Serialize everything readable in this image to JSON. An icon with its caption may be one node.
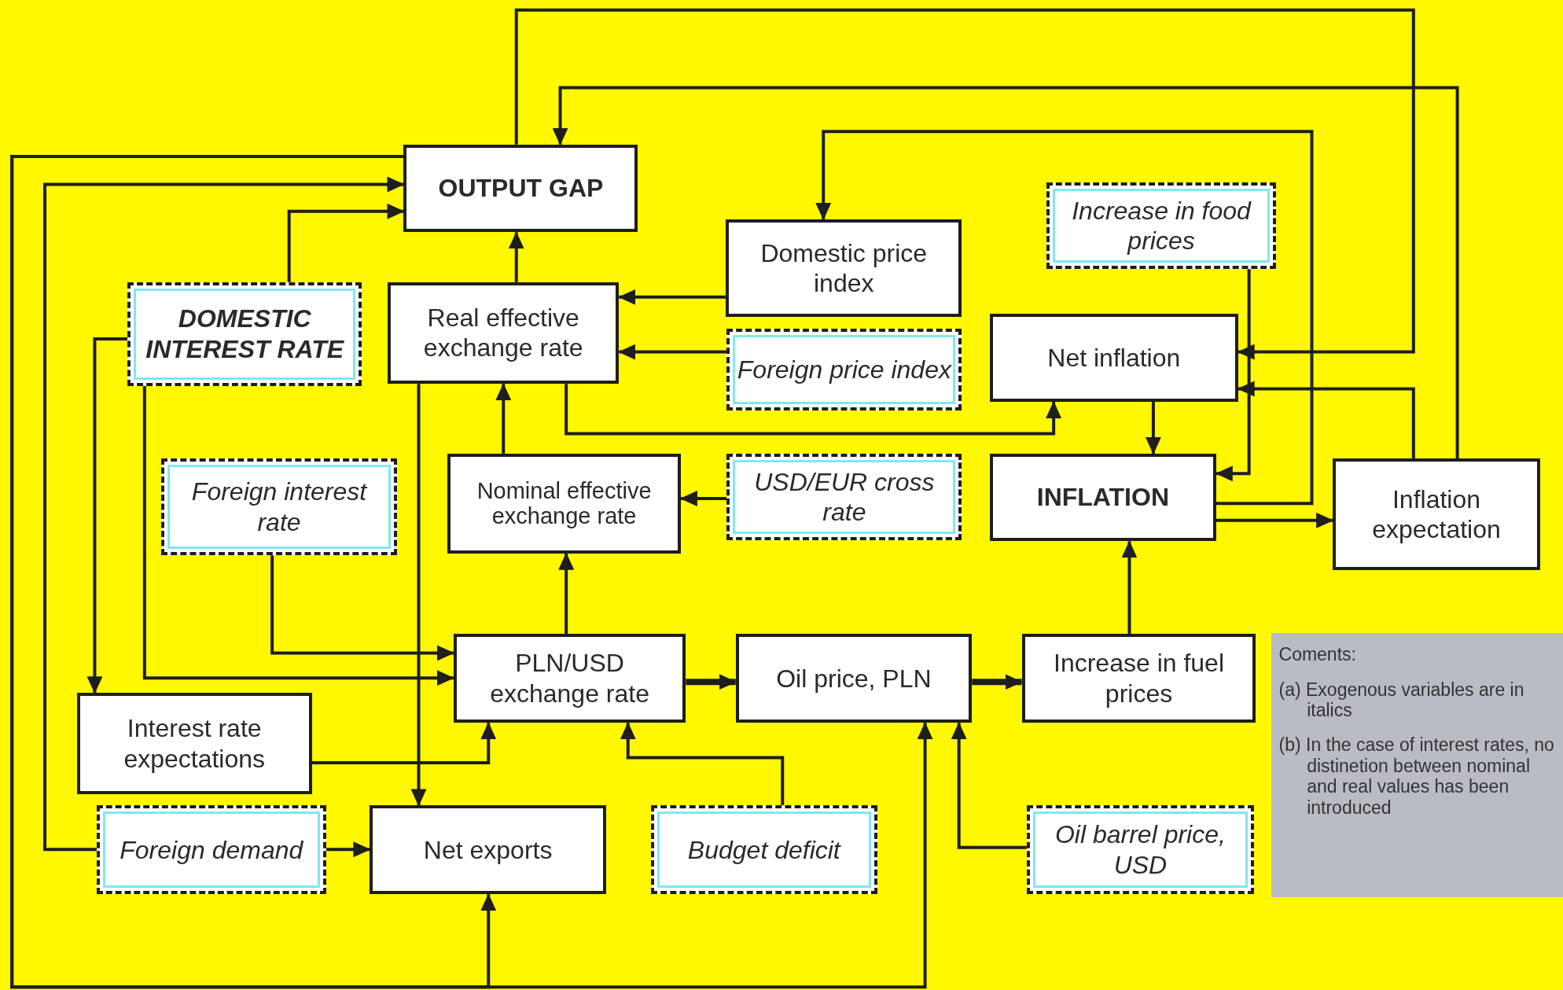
{
  "diagram": {
    "nodes": [
      {
        "text": [
          "OUTPUT GAP"
        ]
      },
      {
        "text": [
          "Domestic price index"
        ]
      },
      {
        "text": [
          "Increase in food prices"
        ]
      },
      {
        "text": [
          "DOMESTIC INTEREST RATE"
        ]
      },
      {
        "text": [
          "Real effective exchange rate"
        ]
      },
      {
        "text": [
          "Foreign price index"
        ]
      },
      {
        "text": [
          "Net inflation"
        ]
      },
      {
        "text": [
          "Foreign interest rate"
        ]
      },
      {
        "text": [
          "Nominal effective exchange rate"
        ]
      },
      {
        "text": [
          "USD/EUR cross rate"
        ]
      },
      {
        "text": [
          "INFLATION"
        ]
      },
      {
        "text": [
          "Inflation expectation"
        ]
      },
      {
        "text": [
          "PLN/USD exchange rate"
        ]
      },
      {
        "text": [
          "Oil price, PLN"
        ]
      },
      {
        "text": [
          "Increase in fuel prices"
        ]
      },
      {
        "text": [
          "Interest rate expectations"
        ]
      },
      {
        "text": [
          "Foreign demand"
        ]
      },
      {
        "text": [
          "Net exports"
        ]
      },
      {
        "text": [
          "Budget deficit"
        ]
      },
      {
        "text": [
          "Oil barrel price, USD"
        ]
      },
      {
        "text": [
          "Coments:",
          "(a) Exogenous variables are in italics",
          "(b) In the case of interest rates, no distinetion between nominal and real values has been introduced"
        ]
      }
    ],
    "edges": [
      {
        "from": 0,
        "to": 6,
        "arrow": "to"
      },
      {
        "from": 11,
        "to": 0,
        "arrow": "to"
      },
      {
        "from": 10,
        "to": 1,
        "arrow": "to"
      },
      {
        "from": 2,
        "to": 10,
        "arrow": "to"
      },
      {
        "from": 11,
        "to": 6,
        "arrow": "to"
      },
      {
        "from": 6,
        "to": 10,
        "arrow": "to"
      },
      {
        "from": 10,
        "to": 11,
        "arrow": "to"
      },
      {
        "from": 14,
        "to": 10,
        "arrow": "to"
      },
      {
        "from": 1,
        "to": 4,
        "arrow": "to"
      },
      {
        "from": 5,
        "to": 4,
        "arrow": "to"
      },
      {
        "from": 4,
        "to": 6,
        "arrow": "to"
      },
      {
        "from": 4,
        "to": 0,
        "arrow": "to"
      },
      {
        "from": 4,
        "to": 17,
        "arrow": "to"
      },
      {
        "from": 8,
        "to": 4,
        "arrow": "to"
      },
      {
        "from": 9,
        "to": 8,
        "arrow": "to"
      },
      {
        "from": 12,
        "to": 8,
        "arrow": "to"
      },
      {
        "from": 12,
        "to": 13,
        "arrow": "to",
        "style": "thick"
      },
      {
        "from": 13,
        "to": 14,
        "arrow": "to",
        "style": "thick"
      },
      {
        "from": 19,
        "to": 13,
        "arrow": "to"
      },
      {
        "from": 18,
        "to": 12,
        "arrow": "to"
      },
      {
        "from": 15,
        "to": 12,
        "arrow": "to"
      },
      {
        "from": 7,
        "to": 12,
        "arrow": "to"
      },
      {
        "from": 3,
        "to": 12,
        "arrow": "to"
      },
      {
        "from": 3,
        "to": 15,
        "arrow": "to"
      },
      {
        "from": 3,
        "to": 0,
        "arrow": "to"
      },
      {
        "from": 16,
        "to": 0,
        "arrow": "to"
      },
      {
        "from": 16,
        "to": 17,
        "arrow": "to"
      },
      {
        "from": 0,
        "to": 13,
        "arrow": "to"
      },
      {
        "from": 0,
        "to": 17,
        "arrow": "to"
      }
    ]
  }
}
